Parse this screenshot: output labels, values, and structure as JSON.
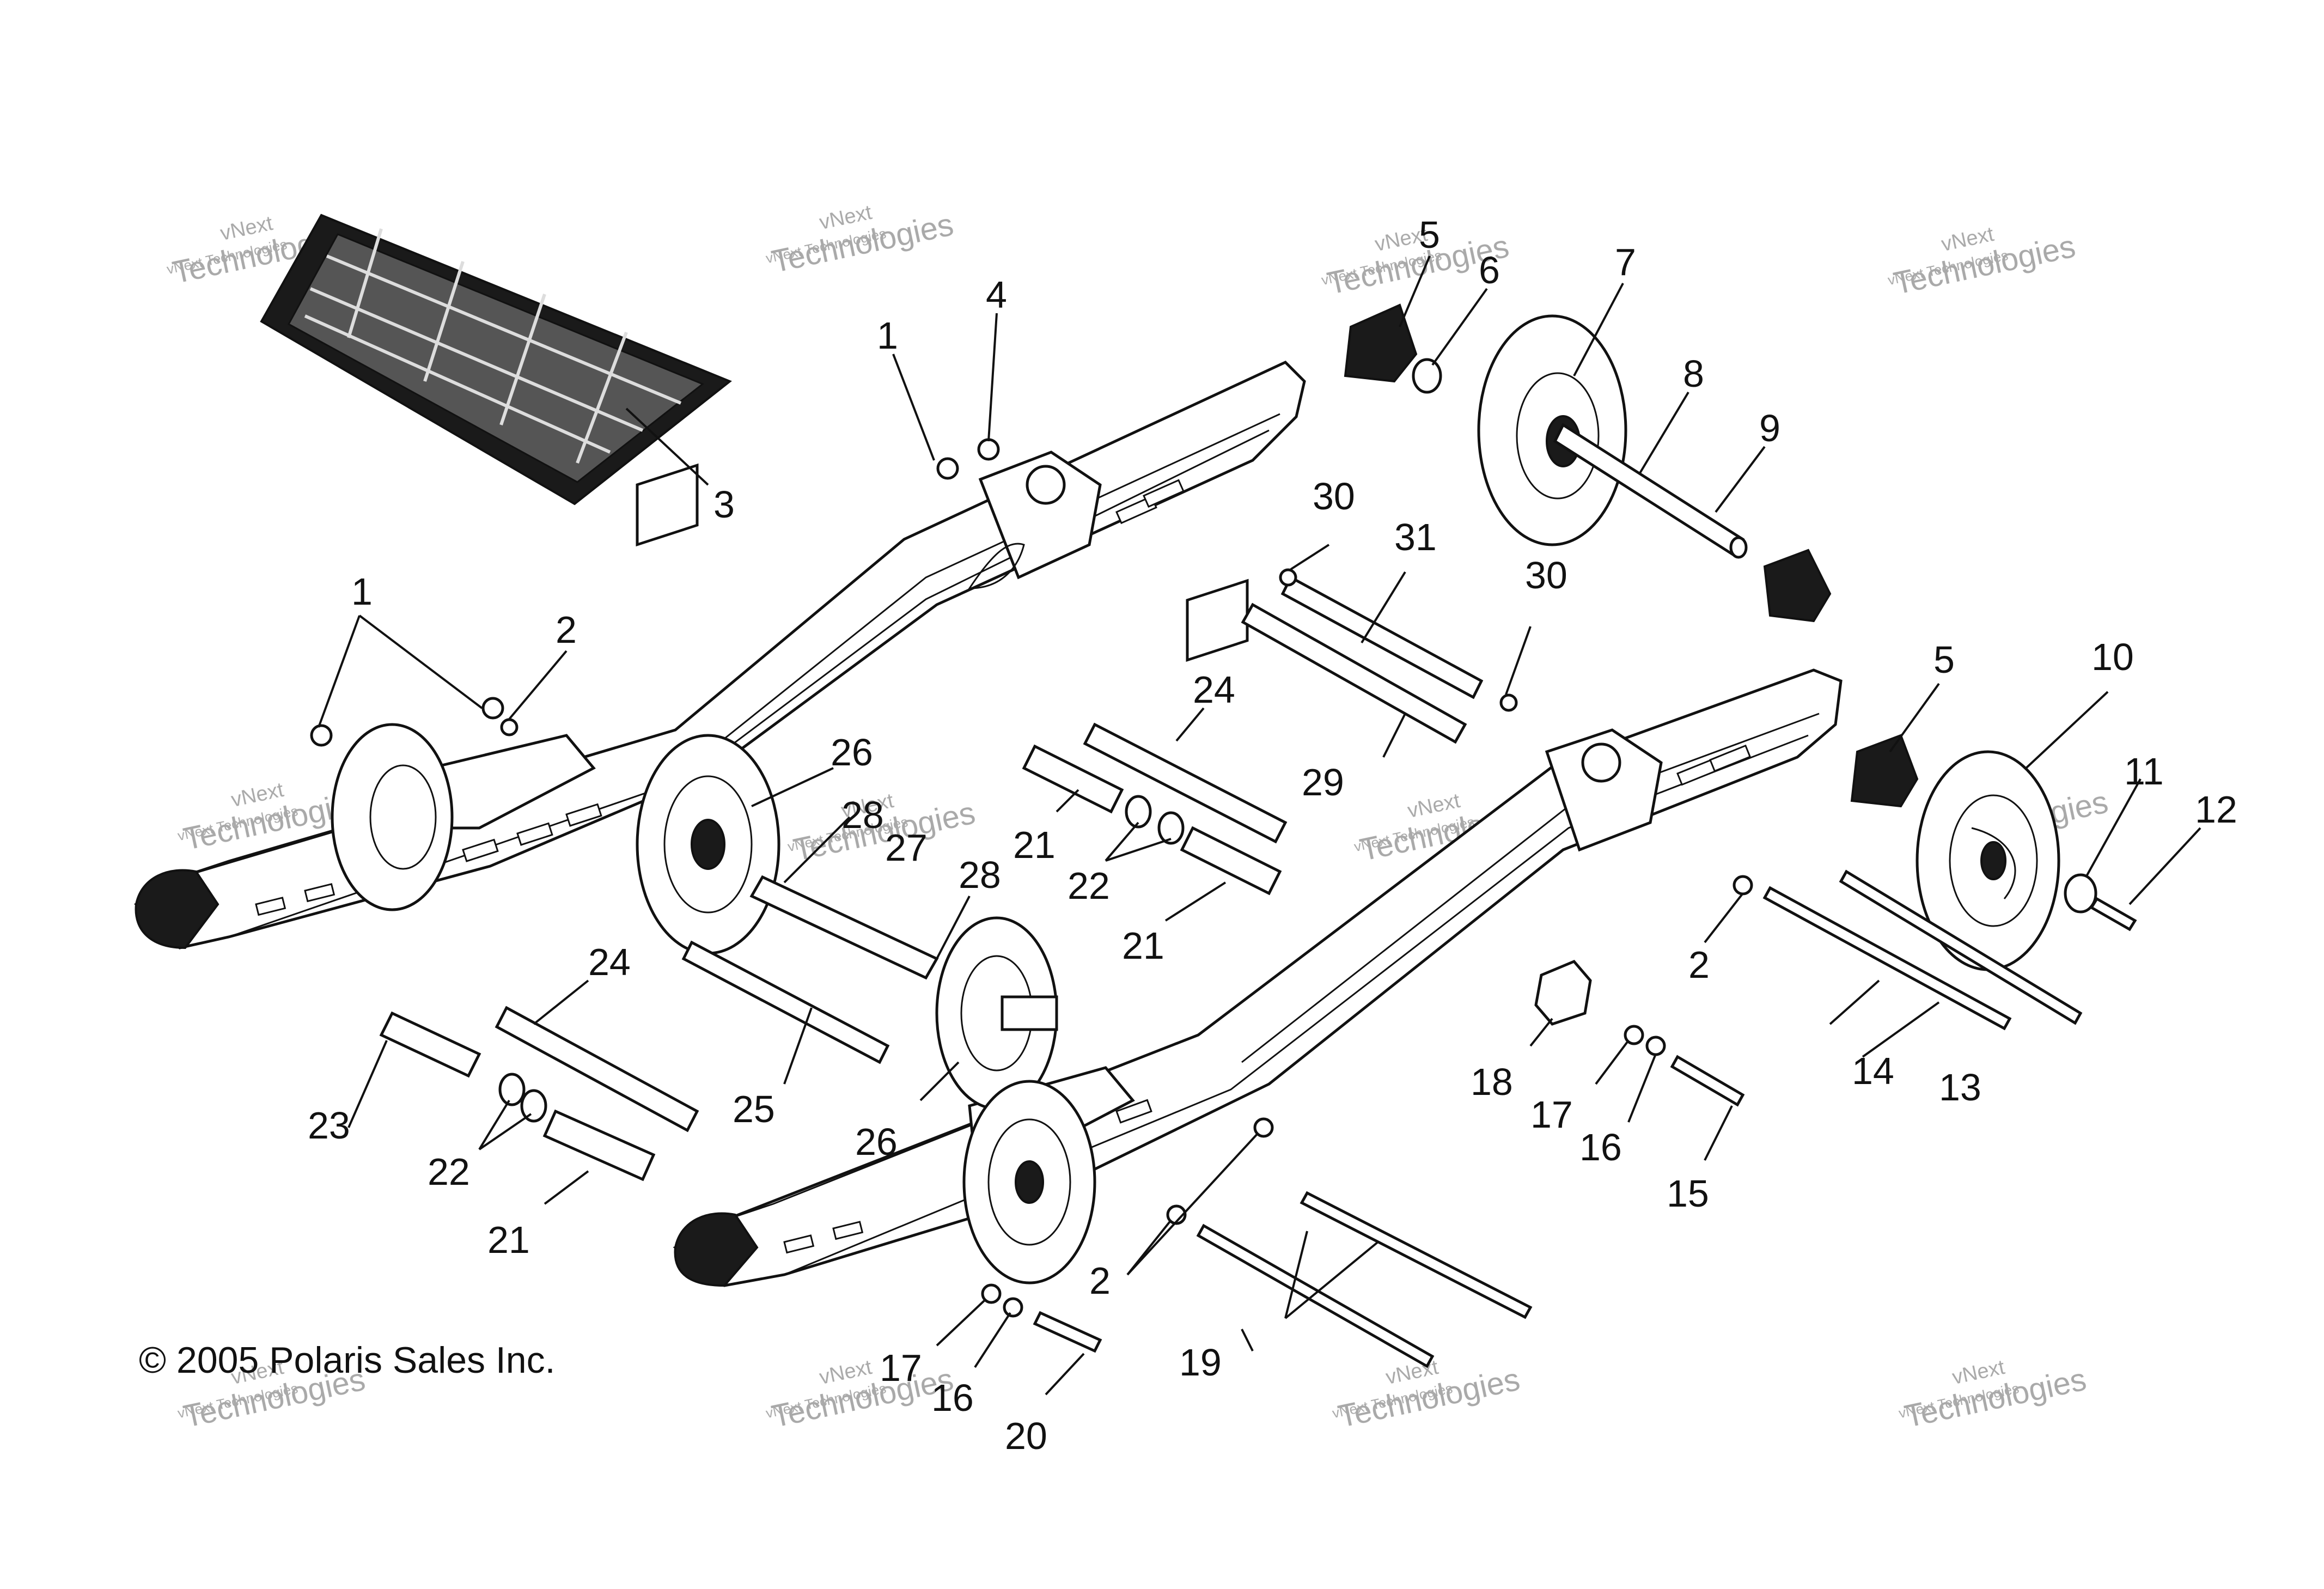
{
  "diagram": {
    "copyright": "© 2005 Polaris Sales Inc.",
    "watermark": {
      "line1": "vNext",
      "line2": "Technologies",
      "small": "vNext Technologies"
    },
    "callouts": [
      {
        "id": "c1a",
        "text": "1"
      },
      {
        "id": "c4",
        "text": "4"
      },
      {
        "id": "c5a",
        "text": "5"
      },
      {
        "id": "c6",
        "text": "6"
      },
      {
        "id": "c7",
        "text": "7"
      },
      {
        "id": "c8",
        "text": "8"
      },
      {
        "id": "c9",
        "text": "9"
      },
      {
        "id": "c3",
        "text": "3"
      },
      {
        "id": "c1b",
        "text": "1"
      },
      {
        "id": "c2a",
        "text": "2"
      },
      {
        "id": "c30a",
        "text": "30"
      },
      {
        "id": "c31",
        "text": "31"
      },
      {
        "id": "c30b",
        "text": "30"
      },
      {
        "id": "c5b",
        "text": "5"
      },
      {
        "id": "c10",
        "text": "10"
      },
      {
        "id": "c11",
        "text": "11"
      },
      {
        "id": "c12",
        "text": "12"
      },
      {
        "id": "c26a",
        "text": "26"
      },
      {
        "id": "c24a",
        "text": "24"
      },
      {
        "id": "c28a",
        "text": "28"
      },
      {
        "id": "c27",
        "text": "27"
      },
      {
        "id": "c29",
        "text": "29"
      },
      {
        "id": "c21a",
        "text": "21"
      },
      {
        "id": "c22a",
        "text": "22"
      },
      {
        "id": "c28b",
        "text": "28"
      },
      {
        "id": "c21b",
        "text": "21"
      },
      {
        "id": "c2b",
        "text": "2"
      },
      {
        "id": "c24b",
        "text": "24"
      },
      {
        "id": "c14",
        "text": "14"
      },
      {
        "id": "c13",
        "text": "13"
      },
      {
        "id": "c18",
        "text": "18"
      },
      {
        "id": "c17a",
        "text": "17"
      },
      {
        "id": "c16a",
        "text": "16"
      },
      {
        "id": "c23",
        "text": "23"
      },
      {
        "id": "c25",
        "text": "25"
      },
      {
        "id": "c26b",
        "text": "26"
      },
      {
        "id": "c22b",
        "text": "22"
      },
      {
        "id": "c15",
        "text": "15"
      },
      {
        "id": "c21c",
        "text": "21"
      },
      {
        "id": "c2c",
        "text": "2"
      },
      {
        "id": "c19",
        "text": "19"
      },
      {
        "id": "c17b",
        "text": "17"
      },
      {
        "id": "c16b",
        "text": "16"
      },
      {
        "id": "c20",
        "text": "20"
      }
    ]
  }
}
